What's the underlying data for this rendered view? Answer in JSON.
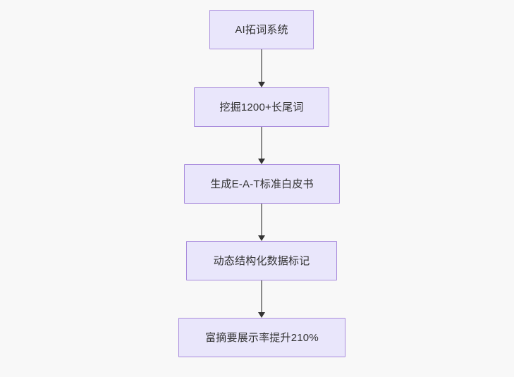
{
  "diagram": {
    "type": "flowchart",
    "orientation": "top-to-bottom",
    "title": "",
    "background_color": "#f8f8f8",
    "node_fill_color": "#e9e6fb",
    "node_border_color": "#a98cdd",
    "node_text_color": "#333333",
    "edge_line_color": "#8a8a8a",
    "edge_arrow_color": "#333333",
    "nodes": [
      {
        "id": "n1",
        "label": "AI拓词系统"
      },
      {
        "id": "n2",
        "label": "挖掘1200+长尾词"
      },
      {
        "id": "n3",
        "label": "生成E-A-T标准白皮书"
      },
      {
        "id": "n4",
        "label": "动态结构化数据标记"
      },
      {
        "id": "n5",
        "label": "富摘要展示率提升210%"
      }
    ],
    "edges": [
      {
        "id": "e1",
        "from": "n1",
        "to": "n2",
        "label": ""
      },
      {
        "id": "e2",
        "from": "n2",
        "to": "n3",
        "label": ""
      },
      {
        "id": "e3",
        "from": "n3",
        "to": "n4",
        "label": ""
      },
      {
        "id": "e4",
        "from": "n4",
        "to": "n5",
        "label": ""
      }
    ]
  }
}
